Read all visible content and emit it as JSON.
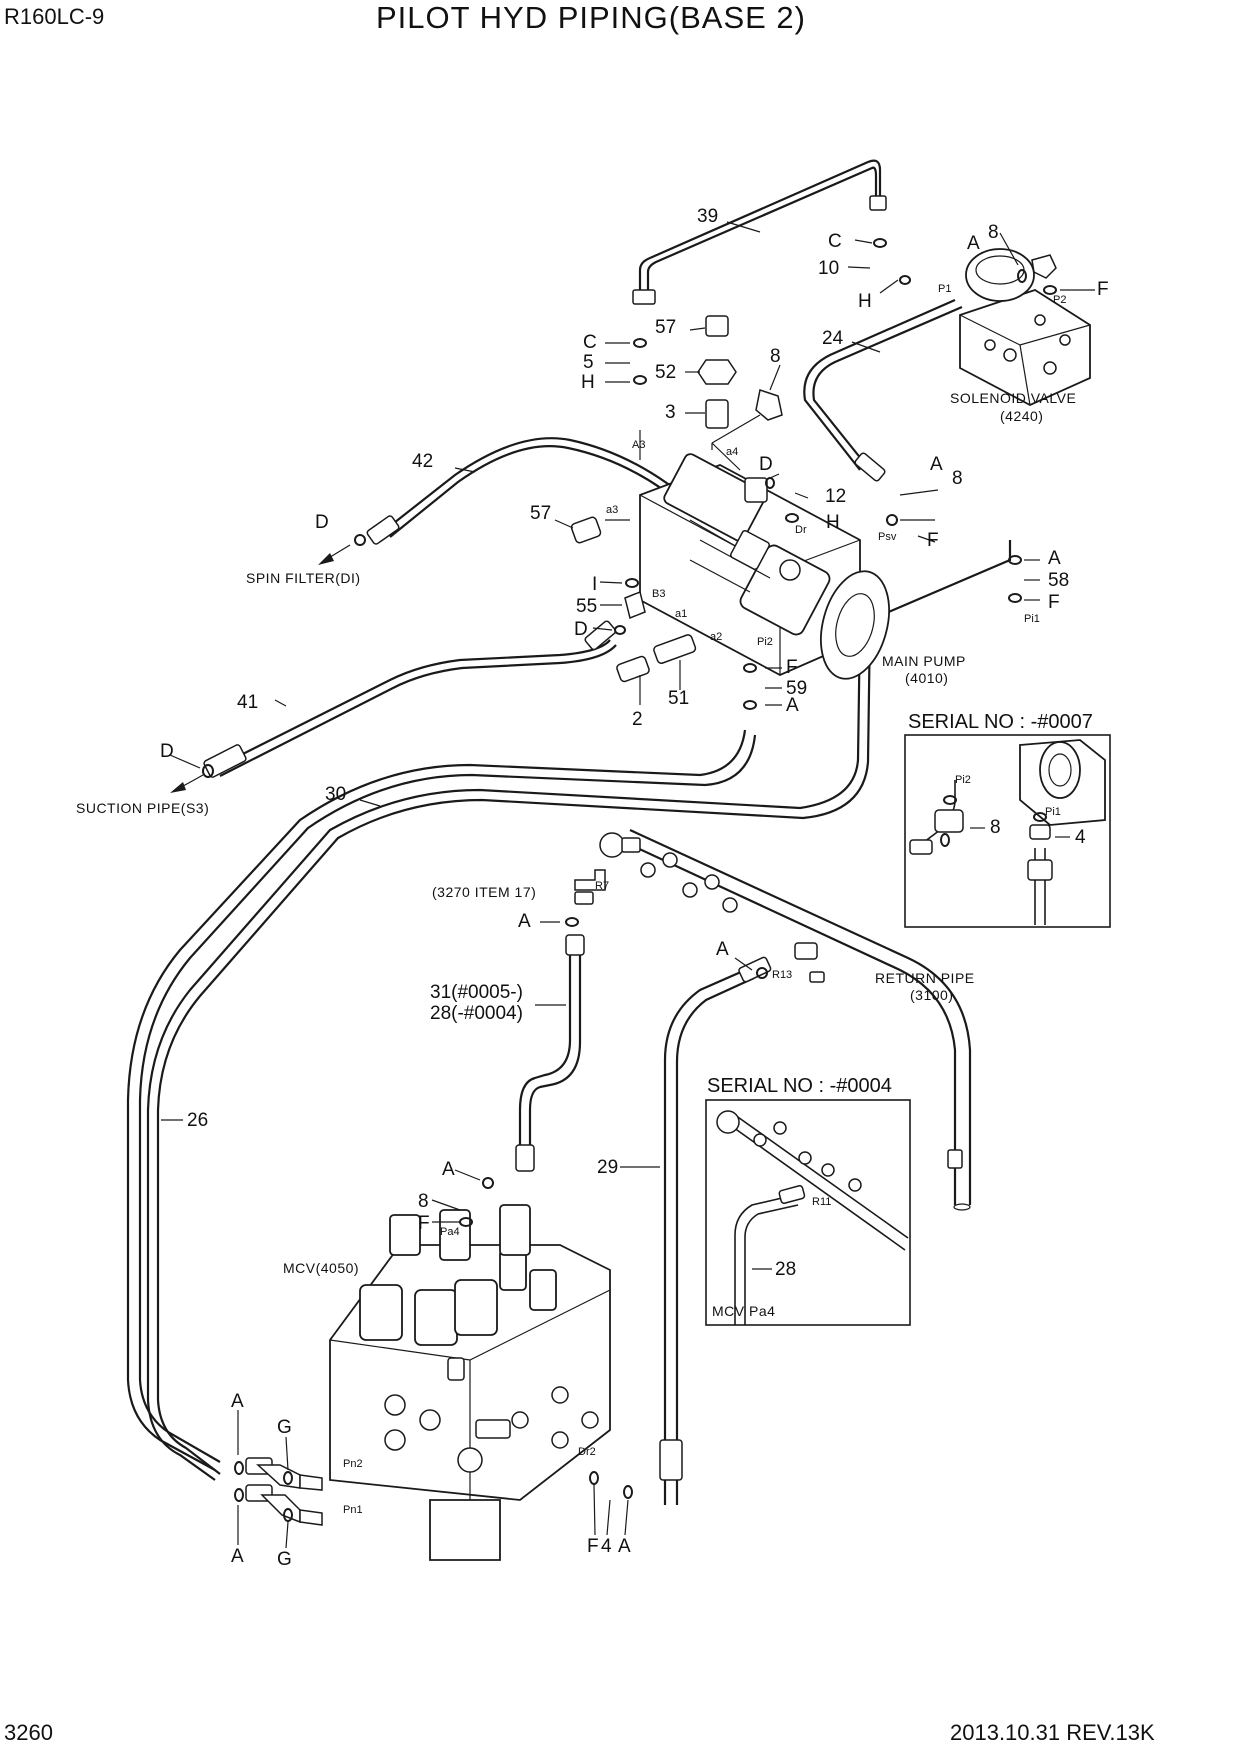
{
  "header": {
    "model": "R160LC-9",
    "title": "PILOT HYD PIPING(BASE 2)"
  },
  "footer": {
    "page_number": "3260",
    "date_revision": "2013.10.31  REV.13K"
  },
  "components": {
    "solenoid_valve": "SOLENOID VALVE",
    "solenoid_valve_ref": "(4240)",
    "main_pump": "MAIN PUMP",
    "main_pump_ref": "(4010)",
    "return_pipe": "RETURN PIPE",
    "return_pipe_ref": "(3100)",
    "mcv": "MCV(4050)",
    "spin_filter": "SPIN FILTER(DI)",
    "suction_pipe": "SUCTION PIPE(S3)",
    "item_ref": "(3270 ITEM 17)"
  },
  "callouts": {
    "n39": "39",
    "n42": "42",
    "n41": "41",
    "n30": "30",
    "n26": "26",
    "n29": "29",
    "n24": "24",
    "n31": "31(#0005-)",
    "n28": "28(-#0004)",
    "n57a": "57",
    "n52": "52",
    "n3": "3",
    "n8a": "8",
    "n57b": "57",
    "n12": "12",
    "n55": "55",
    "n51": "51",
    "n2": "2",
    "n59": "59",
    "n58": "58",
    "n8b": "8",
    "n10": "10",
    "n8c": "8",
    "n8d": "8",
    "n5": "5",
    "n4": "4",
    "C1": "C",
    "C2": "C",
    "H1": "H",
    "H2": "H",
    "H3": "H",
    "D1": "D",
    "D2": "D",
    "D3": "D",
    "D4": "D",
    "I1": "I",
    "F1": "F",
    "F2": "F",
    "F3": "F",
    "F4": "F",
    "F5": "F",
    "A1": "A",
    "A2": "A",
    "A3": "A",
    "A4": "A",
    "A5": "A",
    "A6": "A",
    "A7": "A",
    "A8": "A",
    "A9": "A",
    "G1": "G",
    "G2": "G"
  },
  "ports": {
    "P1": "P1",
    "P2": "P2",
    "A3": "A3",
    "a3": "a3",
    "a4": "a4",
    "B3": "B3",
    "a1": "a1",
    "a2": "a2",
    "Dr": "Dr",
    "Psv": "Psv",
    "Pi1": "Pi1",
    "Pi2": "Pi2",
    "R7": "R7",
    "R13": "R13",
    "Pa4": "Pa4",
    "Pn2": "Pn2",
    "Pn1": "Pn1",
    "Dr2": "Dr2"
  },
  "insets": {
    "inset1_title": "SERIAL NO : -#0007",
    "inset1_n8": "8",
    "inset1_n4": "4",
    "inset1_pi2": "Pi2",
    "inset1_pi1": "Pi1",
    "inset2_title": "SERIAL NO : -#0004",
    "inset2_n28": "28",
    "inset2_r11": "R11",
    "inset2_mcv": "MCV  Pa4"
  }
}
